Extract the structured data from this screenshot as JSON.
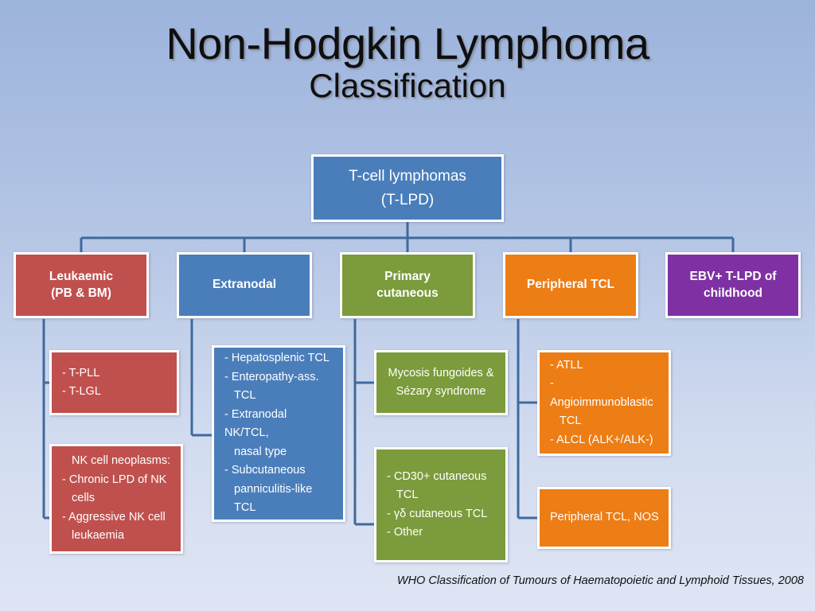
{
  "title": {
    "main": "Non-Hodgkin Lymphoma",
    "sub": "Classification"
  },
  "root": {
    "line1": "T-cell lymphomas",
    "line2": "(T-LPD)",
    "color": "#4a7ebb"
  },
  "categories": [
    {
      "id": "leukaemic",
      "line1": "Leukaemic",
      "line2": "(PB & BM)",
      "color": "#c0504d"
    },
    {
      "id": "extranodal",
      "line1": "Extranodal",
      "line2": "",
      "color": "#4a7ebb"
    },
    {
      "id": "primary-cutaneous",
      "line1": "Primary",
      "line2": "cutaneous",
      "color": "#7b9b3c"
    },
    {
      "id": "peripheral-tcl",
      "line1": "Peripheral TCL",
      "line2": "",
      "color": "#ed7d15"
    },
    {
      "id": "ebv-tlpd-childhood",
      "line1": "EBV+ T-LPD of",
      "line2": "childhood",
      "color": "#7f31a4"
    }
  ],
  "leaves": {
    "leukaemic_1": {
      "lines": [
        "- T-PLL",
        "- T-LGL"
      ],
      "color": "#c0504d"
    },
    "leukaemic_2": {
      "lines": [
        "NK cell neoplasms:",
        "- Chronic LPD of NK",
        "cells",
        "- Aggressive NK cell",
        "leukaemia"
      ],
      "color": "#c0504d"
    },
    "extranodal_1": {
      "lines": [
        "- Hepatosplenic TCL",
        "- Enteropathy-ass.",
        "TCL",
        "- Extranodal NK/TCL,",
        "nasal type",
        "- Subcutaneous",
        "panniculitis-like  TCL"
      ],
      "color": "#4a7ebb"
    },
    "cutaneous_1": {
      "lines": [
        "Mycosis fungoides &",
        "Sézary syndrome"
      ],
      "color": "#7b9b3c"
    },
    "cutaneous_2": {
      "lines": [
        "- CD30+ cutaneous",
        "TCL",
        "- γδ cutaneous TCL",
        "- Other"
      ],
      "color": "#7b9b3c"
    },
    "peripheral_1": {
      "lines": [
        "- ATLL",
        "- Angioimmunoblastic",
        "TCL",
        "- ALCL (ALK+/ALK-)"
      ],
      "color": "#ed7d15"
    },
    "peripheral_2": {
      "lines": [
        "Peripheral  TCL, NOS"
      ],
      "color": "#ed7d15"
    }
  },
  "footer": {
    "citation": "WHO Classification of Tumours of Haematopoietic and Lymphoid Tissues, 2008"
  },
  "connector_color": "#3f6a9e"
}
